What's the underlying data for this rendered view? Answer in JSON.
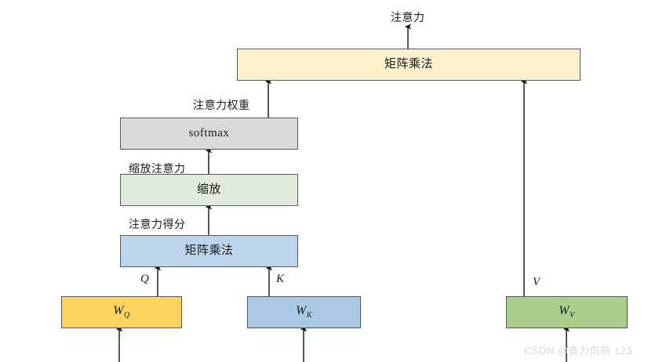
{
  "diagram": {
    "title_label": "注意力",
    "watermark": "CSDN @奋力向前 123",
    "colors": {
      "cream": "#fdf0cd",
      "gray": "#d9d9d9",
      "green_light": "#dfeada",
      "blue_light": "#bdd5ec",
      "orange": "#fbd35f",
      "blue": "#a8c8e6",
      "green": "#a9cf8b",
      "stroke": "#595959",
      "arrow": "#111111"
    },
    "nodes": [
      {
        "id": "matmul_top",
        "label": "矩阵乘法",
        "fill": "cream"
      },
      {
        "id": "softmax",
        "label": "softmax",
        "fill": "gray"
      },
      {
        "id": "scale",
        "label": "缩放",
        "fill": "green_light"
      },
      {
        "id": "matmul_qk",
        "label": "矩阵乘法",
        "fill": "blue_light"
      },
      {
        "id": "wq",
        "label": "W",
        "sub": "Q",
        "fill": "orange"
      },
      {
        "id": "wk",
        "label": "W",
        "sub": "K",
        "fill": "blue"
      },
      {
        "id": "wv",
        "label": "W",
        "sub": "V",
        "fill": "green"
      }
    ],
    "edge_labels": [
      {
        "id": "attention_out",
        "text": "注意力"
      },
      {
        "id": "attention_weight",
        "text": "注意力权重"
      },
      {
        "id": "scaled_attention",
        "text": "缩放注意力"
      },
      {
        "id": "attention_score",
        "text": "注意力得分"
      },
      {
        "id": "q",
        "text": "Q"
      },
      {
        "id": "k",
        "text": "K"
      },
      {
        "id": "v",
        "text": "V"
      }
    ]
  }
}
